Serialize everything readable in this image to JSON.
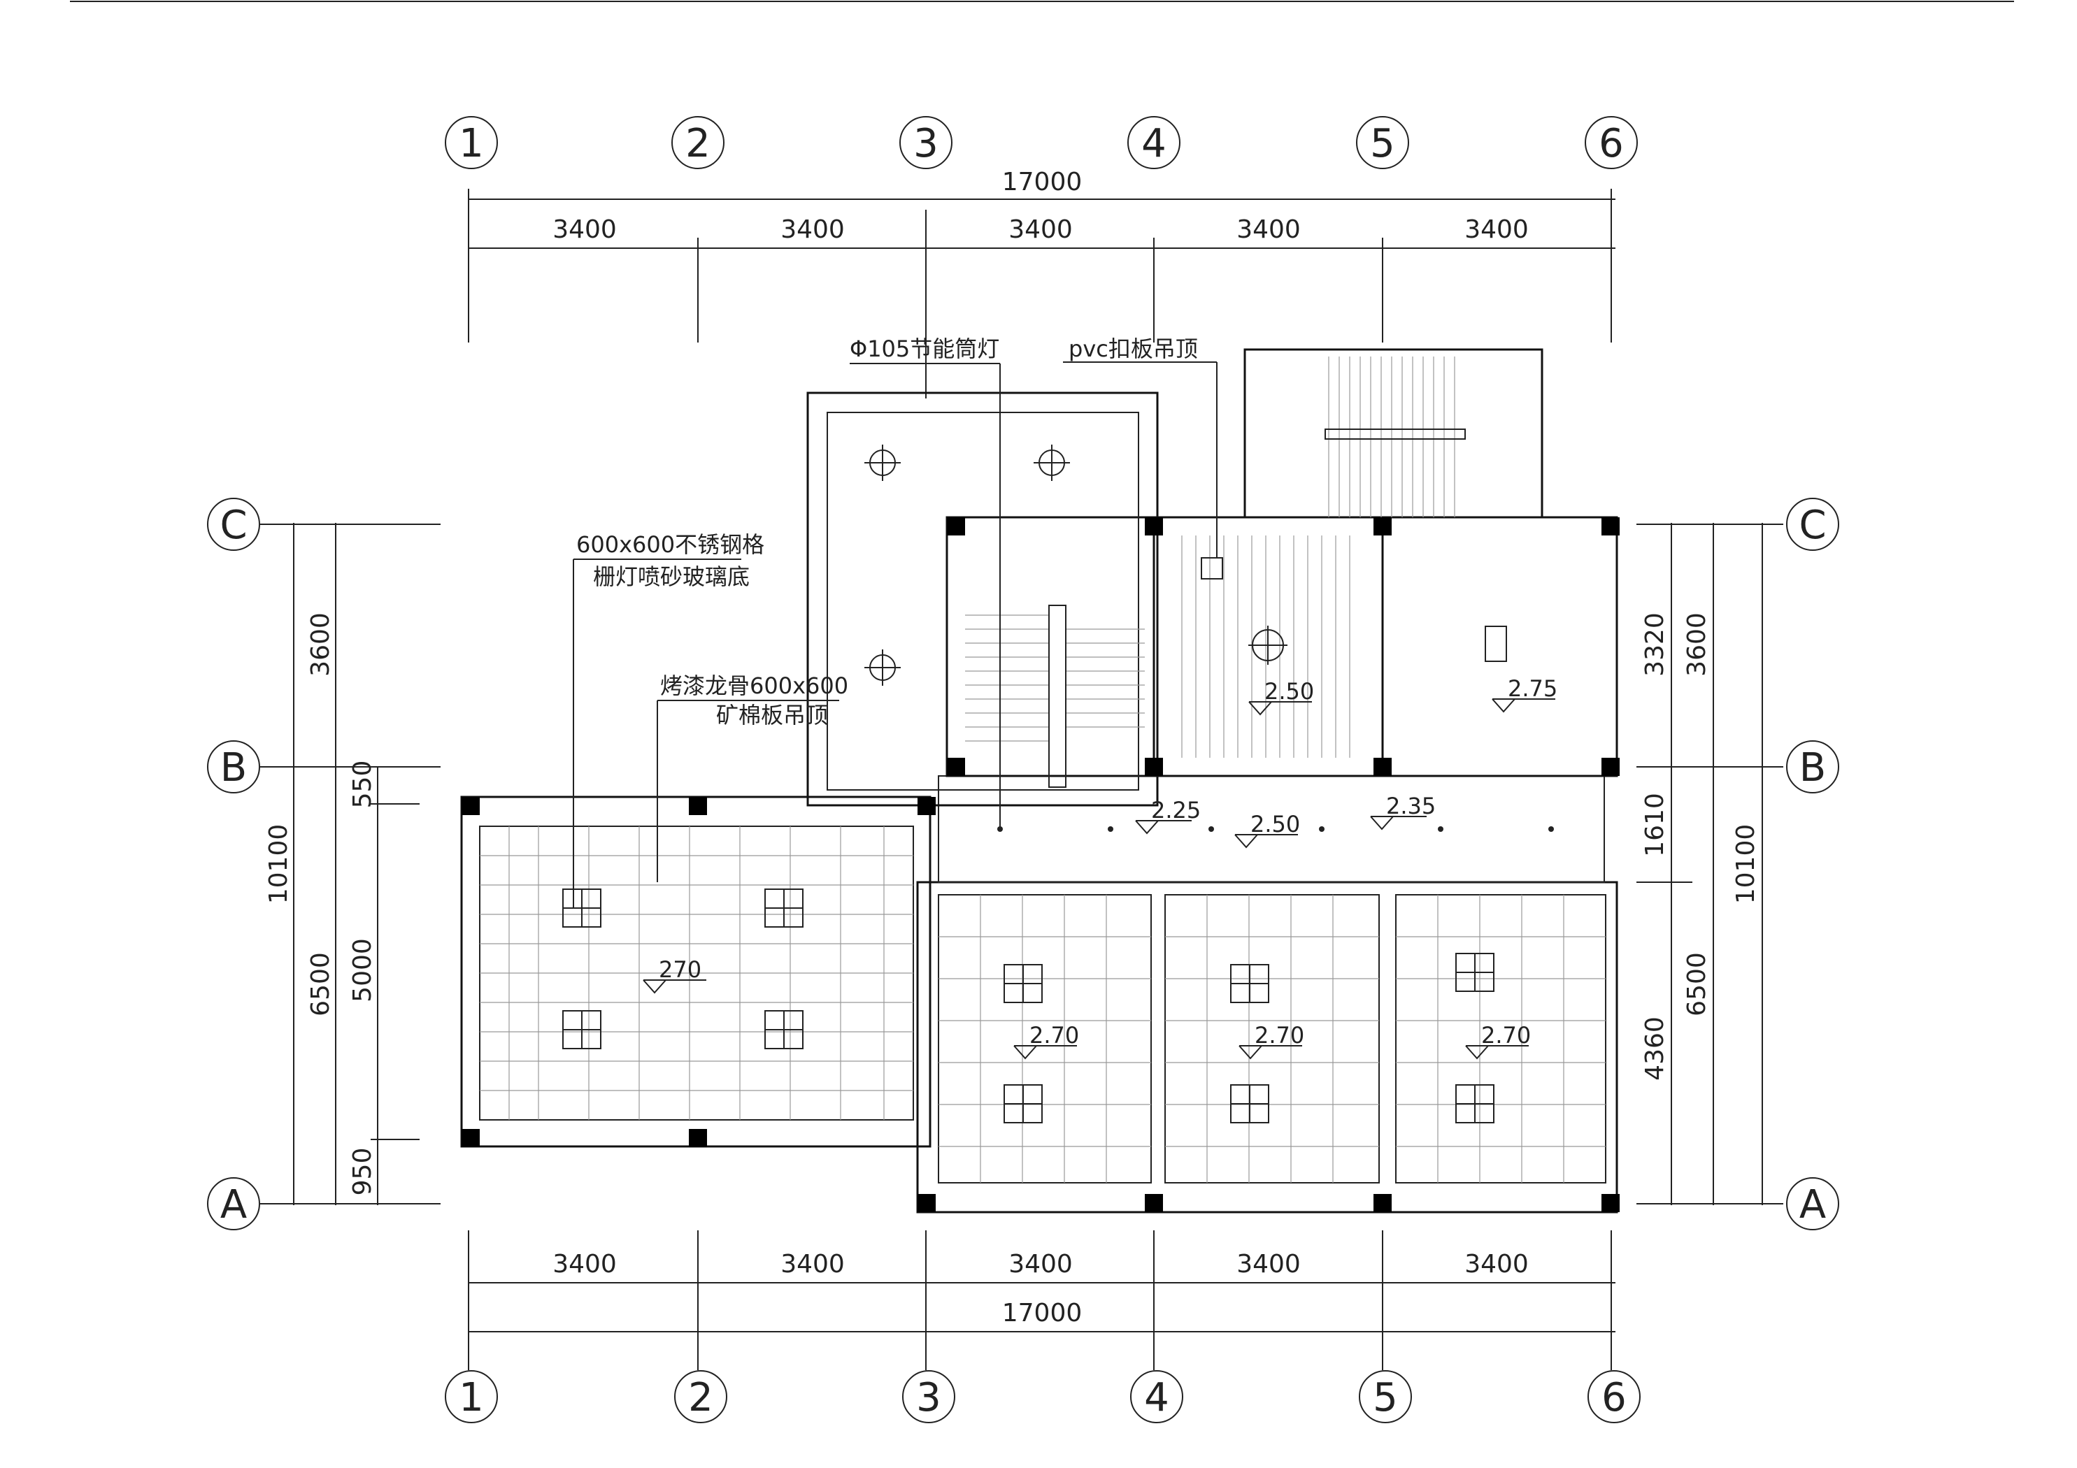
{
  "axes_top": [
    "1",
    "2",
    "3",
    "4",
    "5",
    "6"
  ],
  "axes_bottom": [
    "1",
    "2",
    "3",
    "4",
    "5",
    "6"
  ],
  "axes_left": [
    "C",
    "B",
    "A"
  ],
  "axes_right": [
    "C",
    "B",
    "A"
  ],
  "dims_top": {
    "total": "17000",
    "spans": [
      "3400",
      "3400",
      "3400",
      "3400",
      "3400"
    ]
  },
  "dims_bottom": {
    "total": "17000",
    "spans": [
      "3400",
      "3400",
      "3400",
      "3400",
      "3400"
    ]
  },
  "dims_left": {
    "total": "10100",
    "outer": [
      "3600",
      "6500"
    ],
    "inner": [
      "550",
      "5000",
      "950"
    ]
  },
  "dims_right": {
    "total": "10100",
    "outer": [
      "3600",
      "6500"
    ],
    "inner": [
      "3320",
      "1610",
      "4360"
    ]
  },
  "notes": {
    "downlight": "Φ105节能筒灯",
    "pvc": "pvc扣板吊顶",
    "grille_1": "600x600不锈钢格",
    "grille_2": "栅灯喷砂玻璃底",
    "mineral_1": "烤漆龙骨600x600",
    "mineral_2": "矿棉板吊顶"
  },
  "elevations": {
    "big_room": "270",
    "room_a": "2.70",
    "room_b": "2.70",
    "room_c": "2.70",
    "stair_bath": "2.50",
    "room_right": "2.75",
    "corr_1": "2.25",
    "corr_2": "2.50",
    "corr_3": "2.35"
  }
}
